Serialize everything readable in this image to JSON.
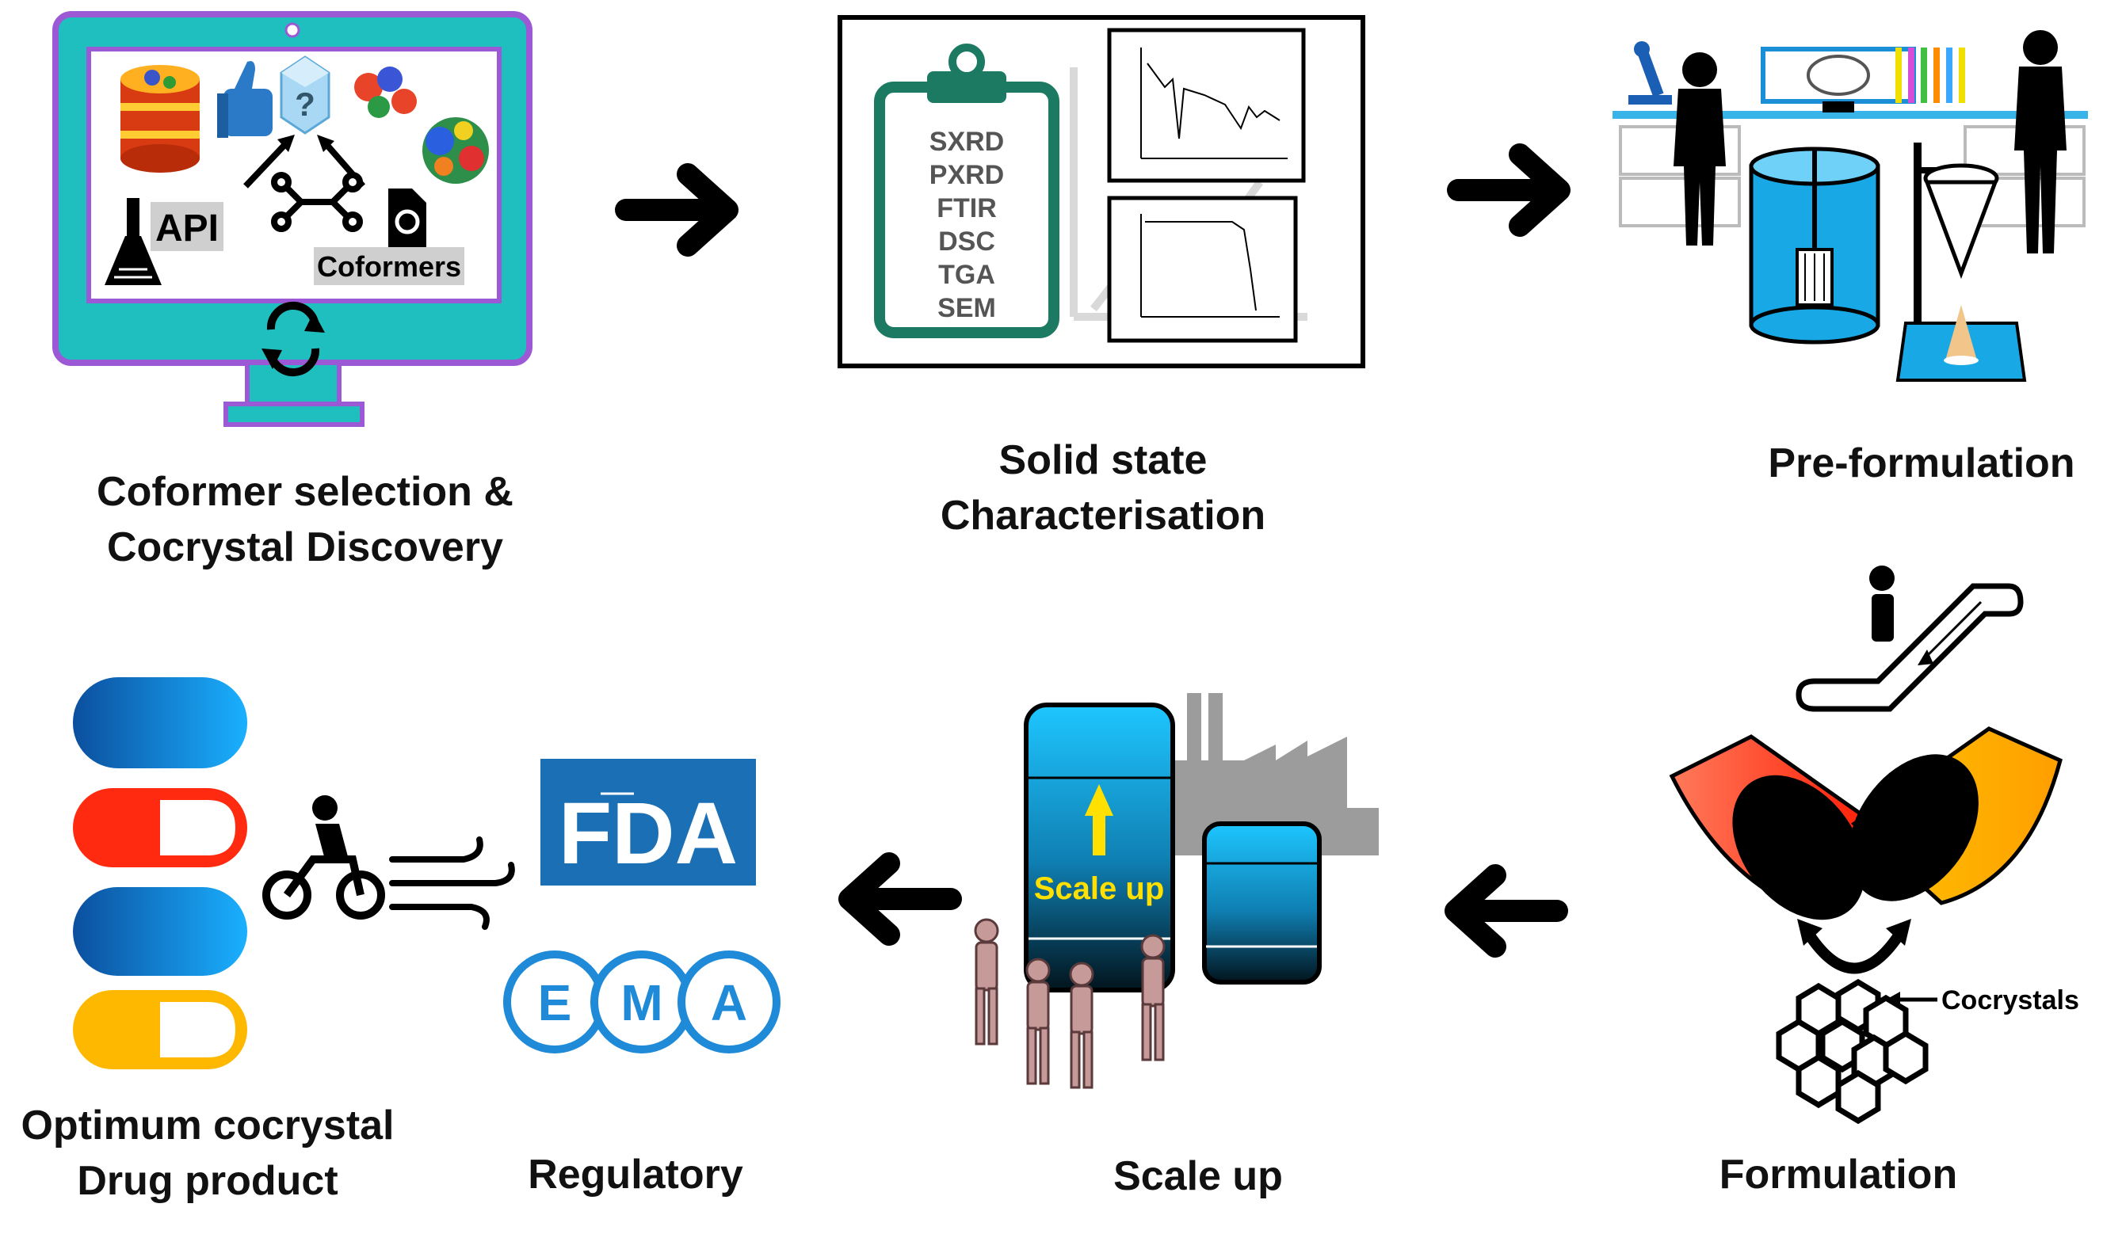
{
  "steps": {
    "discovery": {
      "label_line1": "Coformer selection &",
      "label_line2": "Cocrystal Discovery",
      "api_text": "API",
      "coformers_text": "Coformers",
      "unknown_mark": "?"
    },
    "characterisation": {
      "label_line1": "Solid state",
      "label_line2": "Characterisation",
      "techniques": [
        "SXRD",
        "PXRD",
        "FTIR",
        "DSC",
        "TGA",
        "SEM"
      ]
    },
    "preformulation": {
      "label": "Pre-formulation"
    },
    "formulation": {
      "label": "Formulation",
      "cocrystals_text": "Cocrystals"
    },
    "scaleup": {
      "label": "Scale up",
      "tank_text": "Scale up"
    },
    "regulatory": {
      "label": "Regulatory",
      "fda_text": "FDA",
      "ema_letters": [
        "E",
        "M",
        "A"
      ]
    },
    "product": {
      "label_line1": "Optimum cocrystal",
      "label_line2": "Drug product"
    }
  },
  "colors": {
    "monitor_frame": "#9b59d6",
    "monitor_fill": "#1fbfbf",
    "clipboard": "#1d7a62",
    "tank_blue": "#18a8e6",
    "fda_blue": "#1b6fb5",
    "ema_blue": "#1f8ad8",
    "capsule_red": "#ff2a10",
    "capsule_yellow": "#ffb800",
    "people": "#c79a9a",
    "factory_gray": "#9c9c9c"
  }
}
